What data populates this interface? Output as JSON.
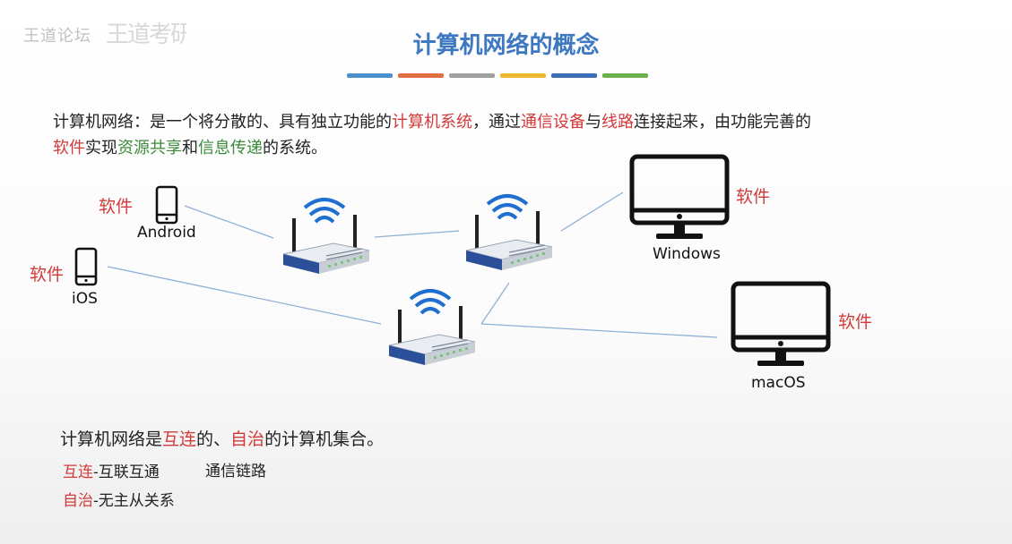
{
  "branding": {
    "logo_text": "王道论坛",
    "logo_mark": "王道考研"
  },
  "slide": {
    "title": "计算机网络的概念",
    "color_bars": [
      "#4a90cc",
      "#e07040",
      "#a0a0a0",
      "#f0b830",
      "#3a6cb8",
      "#6ab04c"
    ]
  },
  "definition": {
    "p1": "计算机网络：是一个将分散的、具有独立功能的",
    "h1": "计算机系统",
    "p2": "，通过",
    "h2": "通信设备",
    "p3": "与",
    "h3": "线路",
    "p4": "连接起来，由功能完善的",
    "h4": "软件",
    "p5": "实现",
    "h5": "资源共享",
    "p6": "和",
    "h6": "信息传递",
    "p7": "的系统。"
  },
  "diagram": {
    "software_label": "软件",
    "devices": {
      "android": "Android",
      "ios": "iOS",
      "windows": "Windows",
      "macos": "macOS"
    },
    "icons": {
      "phone": "smartphone-icon",
      "monitor": "desktop-monitor-icon",
      "router": "wireless-router-icon"
    }
  },
  "summary": {
    "s1": "计算机网络是",
    "s2": "互连",
    "s3": "的、",
    "s4": "自治",
    "s5": "的计算机集合。",
    "interconnect_term": "互连",
    "interconnect_desc": "-互联互通",
    "interconnect_extra": "通信链路",
    "autonomy_term": "自治",
    "autonomy_desc": "-无主从关系"
  }
}
